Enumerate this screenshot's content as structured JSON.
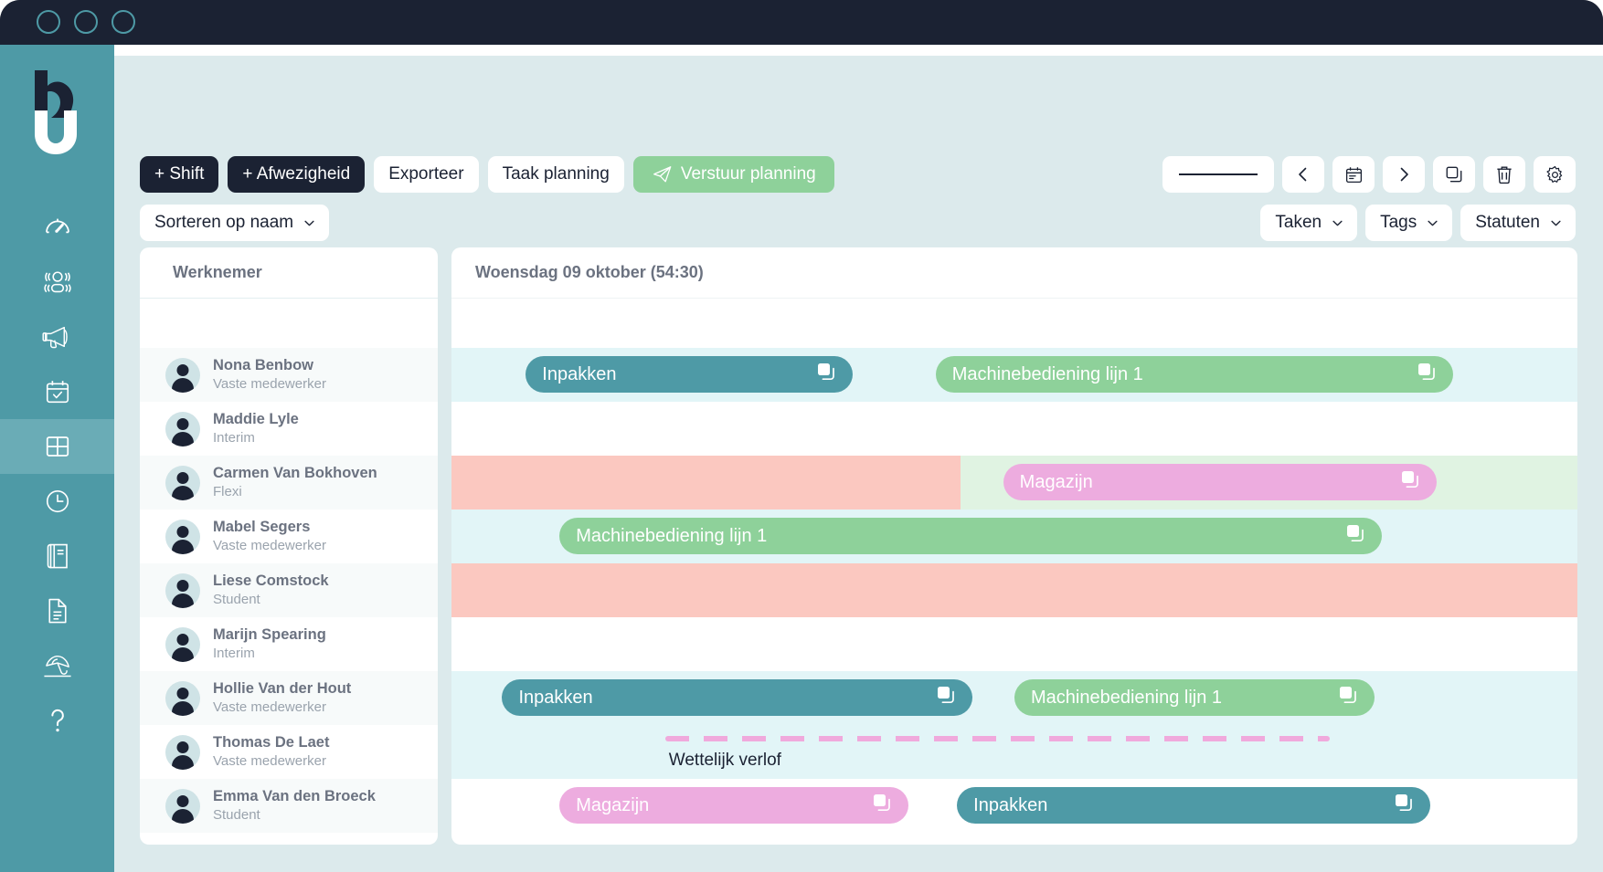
{
  "window": {
    "traffic_lights": [
      "close-circle",
      "minimize-circle",
      "maximize-circle"
    ]
  },
  "sidebar": {
    "logo_alt": "bizzy-logo",
    "items": [
      {
        "icon": "gauge-icon",
        "name": "dashboard",
        "active": false
      },
      {
        "icon": "people-group-icon",
        "name": "employees",
        "active": false
      },
      {
        "icon": "megaphone-icon",
        "name": "announcements",
        "active": false
      },
      {
        "icon": "calendar-check-icon",
        "name": "approvals",
        "active": false
      },
      {
        "icon": "grid-icon",
        "name": "planning",
        "active": true
      },
      {
        "icon": "clock-icon",
        "name": "time-tracking",
        "active": false
      },
      {
        "icon": "book-icon",
        "name": "handbook",
        "active": false
      },
      {
        "icon": "document-icon",
        "name": "documents",
        "active": false
      },
      {
        "icon": "umbrella-icon",
        "name": "leave",
        "active": false
      },
      {
        "icon": "question-mark-icon",
        "name": "help",
        "active": false
      }
    ]
  },
  "toolbar": {
    "add_shift_label": "+ Shift",
    "add_absence_label": "+ Afwezigheid",
    "export_label": "Exporteer",
    "task_planning_label": "Taak planning",
    "send_planning_label": "Verstuur planning",
    "send_planning_icon": "paper-plane-icon",
    "sort_label": "Sorteren op naam",
    "sort_caret_icon": "chevron-down-icon",
    "date_range_value": "",
    "prev_icon": "chevron-left-icon",
    "calendar_icon": "calendar-icon",
    "next_icon": "chevron-right-icon",
    "copy_icon": "copy-icon",
    "delete_icon": "trash-icon",
    "settings_icon": "gear-icon"
  },
  "filters": [
    {
      "label": "Taken",
      "caret": "chevron-down-icon"
    },
    {
      "label": "Tags",
      "caret": "chevron-down-icon"
    },
    {
      "label": "Statuten",
      "caret": "chevron-down-icon"
    }
  ],
  "employee_panel": {
    "header": "Werknemer",
    "rows": [
      {
        "name": "Nona Benbow",
        "role": "Vaste medewerker"
      },
      {
        "name": "Maddie Lyle",
        "role": "Interim"
      },
      {
        "name": "Carmen Van Bokhoven",
        "role": "Flexi"
      },
      {
        "name": "Mabel Segers",
        "role": "Vaste medewerker"
      },
      {
        "name": "Liese Comstock",
        "role": "Student"
      },
      {
        "name": "Marijn Spearing",
        "role": "Interim"
      },
      {
        "name": "Hollie Van der Hout",
        "role": "Vaste medewerker"
      },
      {
        "name": "Thomas De Laet",
        "role": "Vaste medewerker"
      },
      {
        "name": "Emma Van den Broeck",
        "role": "Student"
      }
    ]
  },
  "schedule": {
    "day_header": "Woensdag 09 oktober (54:30)",
    "colors": {
      "task_inpakken": "#4e9aa6",
      "task_machine": "#8ed19a",
      "task_magazijn": "#edacdf",
      "absence_block": "#fbc8c0",
      "tint_teal": "#e2f5f7",
      "tint_green": "#e0f3e2",
      "dash_pink": "#f0a9dc"
    },
    "rows": [
      {
        "employee": "Nona Benbow",
        "tints": [
          {
            "color": "#e2f5f7",
            "left_pct": 0,
            "width_pct": 100
          }
        ],
        "chips": [
          {
            "label": "Inpakken",
            "color": "#4e9aa6",
            "left_pct": 6.6,
            "width_pct": 29.0,
            "icon": "copy-icon"
          },
          {
            "label": "Machinebediening lijn 1",
            "color": "#8ed19a",
            "left_pct": 43.0,
            "width_pct": 46.0,
            "icon": "copy-icon"
          }
        ],
        "blocks": [],
        "dash": null,
        "absence_label": null
      },
      {
        "employee": "Maddie Lyle",
        "tints": [],
        "chips": [],
        "blocks": [],
        "dash": null,
        "absence_label": null
      },
      {
        "employee": "Carmen Van Bokhoven",
        "tints": [
          {
            "color": "#e0f3e2",
            "left_pct": 0,
            "width_pct": 100
          }
        ],
        "chips": [
          {
            "label": "Magazijn",
            "color": "#edacdf",
            "left_pct": 49.0,
            "width_pct": 38.5,
            "icon": "copy-icon"
          }
        ],
        "blocks": [
          {
            "color": "#fbc8c0",
            "left_pct": 0,
            "width_pct": 45.2
          }
        ],
        "dash": null,
        "absence_label": null
      },
      {
        "employee": "Mabel Segers",
        "tints": [
          {
            "color": "#e2f5f7",
            "left_pct": 0,
            "width_pct": 100
          }
        ],
        "chips": [
          {
            "label": "Machinebediening lijn 1",
            "color": "#8ed19a",
            "left_pct": 9.6,
            "width_pct": 73.0,
            "icon": "copy-icon"
          }
        ],
        "blocks": [],
        "dash": null,
        "absence_label": null
      },
      {
        "employee": "Liese Comstock",
        "tints": [],
        "chips": [],
        "blocks": [
          {
            "color": "#fbc8c0",
            "left_pct": 0,
            "width_pct": 100
          }
        ],
        "dash": null,
        "absence_label": null
      },
      {
        "employee": "Marijn Spearing",
        "tints": [],
        "chips": [],
        "blocks": [],
        "dash": null,
        "absence_label": null
      },
      {
        "employee": "Hollie Van der Hout",
        "tints": [
          {
            "color": "#e2f5f7",
            "left_pct": 0,
            "width_pct": 100
          }
        ],
        "chips": [
          {
            "label": "Inpakken",
            "color": "#4e9aa6",
            "left_pct": 4.5,
            "width_pct": 41.8,
            "icon": "copy-icon"
          },
          {
            "label": "Machinebediening lijn 1",
            "color": "#8ed19a",
            "left_pct": 50.0,
            "width_pct": 32.0,
            "icon": "copy-icon"
          }
        ],
        "blocks": [],
        "dash": null,
        "absence_label": null
      },
      {
        "employee": "Thomas De Laet",
        "tints": [
          {
            "color": "#e2f5f7",
            "left_pct": 0,
            "width_pct": 100
          }
        ],
        "chips": [],
        "blocks": [],
        "dash": {
          "left_pct": 19.0,
          "width_pct": 59.0
        },
        "absence_label": {
          "text": "Wettelijk verlof",
          "left_pct": 19.3
        }
      },
      {
        "employee": "Emma Van den Broeck",
        "tints": [],
        "chips": [
          {
            "label": "Magazijn",
            "color": "#edacdf",
            "left_pct": 9.6,
            "width_pct": 31.0,
            "icon": "copy-icon"
          },
          {
            "label": "Inpakken",
            "color": "#4e9aa6",
            "left_pct": 44.9,
            "width_pct": 42.0,
            "icon": "copy-icon"
          }
        ],
        "blocks": [],
        "dash": null,
        "absence_label": null
      }
    ]
  }
}
